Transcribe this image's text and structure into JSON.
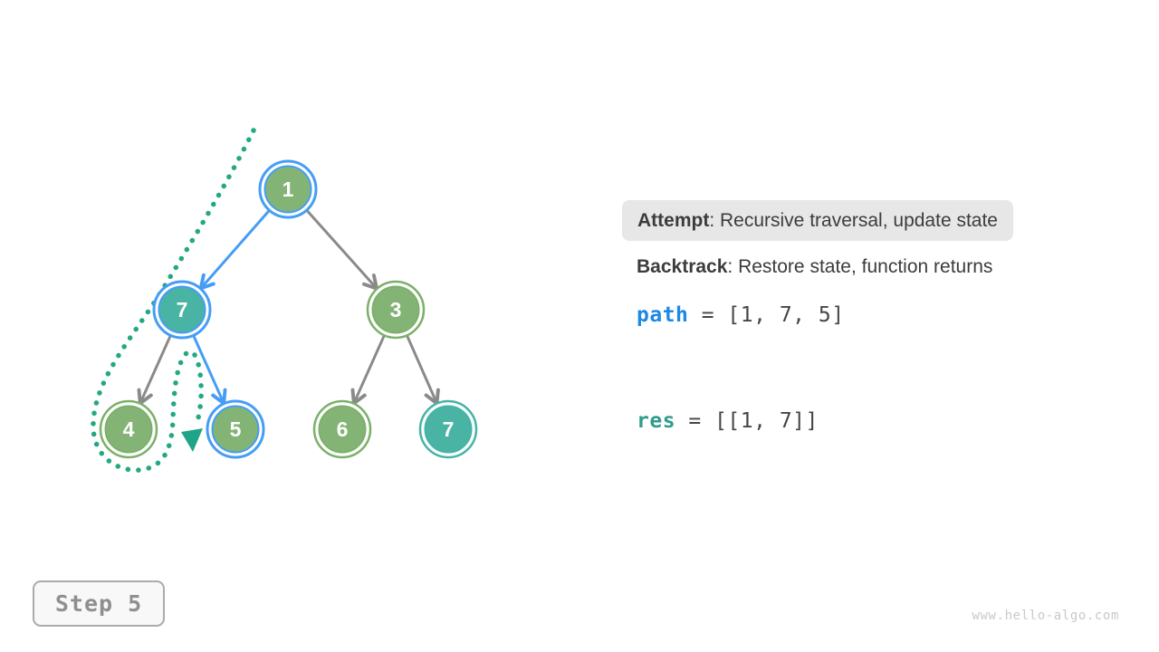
{
  "panel": {
    "attempt_label": "Attempt",
    "attempt_text": ": Recursive traversal, update state",
    "backtrack_label": "Backtrack",
    "backtrack_text": ": Restore state, function returns",
    "path_var": "path",
    "path_rest": " = [1, 7, 5]",
    "res_var": "res",
    "res_rest": " = [[1, 7]]"
  },
  "step_badge": {
    "label": "Step 5"
  },
  "watermark": {
    "text": "www.hello-algo.com"
  },
  "tree": {
    "nodes": [
      {
        "id": "root",
        "value": "1",
        "state": "on-current-path"
      },
      {
        "id": "left",
        "value": "7",
        "state": "on-current-path-matched"
      },
      {
        "id": "right",
        "value": "3",
        "state": "default"
      },
      {
        "id": "left-left",
        "value": "4",
        "state": "visited"
      },
      {
        "id": "left-right",
        "value": "5",
        "state": "on-current-path"
      },
      {
        "id": "right-left",
        "value": "6",
        "state": "default"
      },
      {
        "id": "right-right",
        "value": "7",
        "state": "matched"
      }
    ],
    "edges": [
      {
        "from": "1",
        "to": "7",
        "style": "active-blue"
      },
      {
        "from": "1",
        "to": "3",
        "style": "gray"
      },
      {
        "from": "7",
        "to": "4",
        "style": "gray"
      },
      {
        "from": "7",
        "to": "5",
        "style": "active-blue"
      },
      {
        "from": "3",
        "to": "6",
        "style": "gray"
      },
      {
        "from": "3",
        "to": "7",
        "style": "gray"
      }
    ],
    "trace": {
      "description": "dotted traversal trace from above root, around node 4, arrow pointing down at node 5"
    }
  },
  "colors": {
    "node_green_fill": "#84b475",
    "node_green_ring": "#7bb069",
    "node_teal_fill": "#49b3a4",
    "node_teal_ring": "#44b4a8",
    "active_blue": "#459df5",
    "edge_gray": "#8a8a8a",
    "trace_teal": "#23a884",
    "code_blue": "#1e88e5",
    "code_teal": "#2f9c8c",
    "highlight_bg": "#e7e7e7"
  }
}
